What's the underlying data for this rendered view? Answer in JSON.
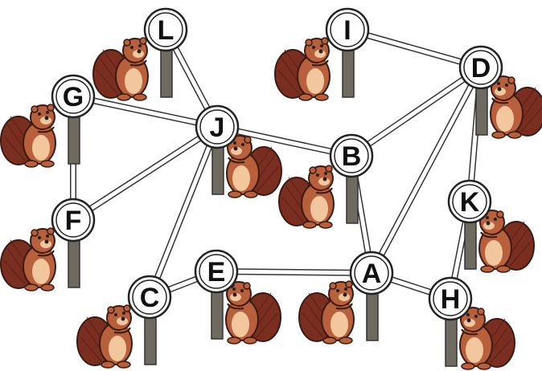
{
  "diagram": {
    "nodes": [
      {
        "id": "L",
        "label": "L"
      },
      {
        "id": "I",
        "label": "I"
      },
      {
        "id": "G",
        "label": "G"
      },
      {
        "id": "D",
        "label": "D"
      },
      {
        "id": "J",
        "label": "J"
      },
      {
        "id": "B",
        "label": "B"
      },
      {
        "id": "K",
        "label": "K"
      },
      {
        "id": "F",
        "label": "F"
      },
      {
        "id": "E",
        "label": "E"
      },
      {
        "id": "A",
        "label": "A"
      },
      {
        "id": "C",
        "label": "C"
      },
      {
        "id": "H",
        "label": "H"
      }
    ],
    "edges": [
      [
        "L",
        "J"
      ],
      [
        "I",
        "D"
      ],
      [
        "G",
        "J"
      ],
      [
        "G",
        "F"
      ],
      [
        "F",
        "J"
      ],
      [
        "J",
        "B"
      ],
      [
        "J",
        "C"
      ],
      [
        "B",
        "D"
      ],
      [
        "B",
        "A"
      ],
      [
        "D",
        "A"
      ],
      [
        "D",
        "K"
      ],
      [
        "K",
        "H"
      ],
      [
        "C",
        "E"
      ],
      [
        "E",
        "A"
      ],
      [
        "A",
        "H"
      ]
    ],
    "colors": {
      "beaver_body": "#b8603c",
      "beaver_tail": "#7a2e20",
      "beaver_belly": "#f2c79e",
      "post": "#6f6a60",
      "node_fill": "#ffffff",
      "node_stroke": "#222222"
    }
  }
}
